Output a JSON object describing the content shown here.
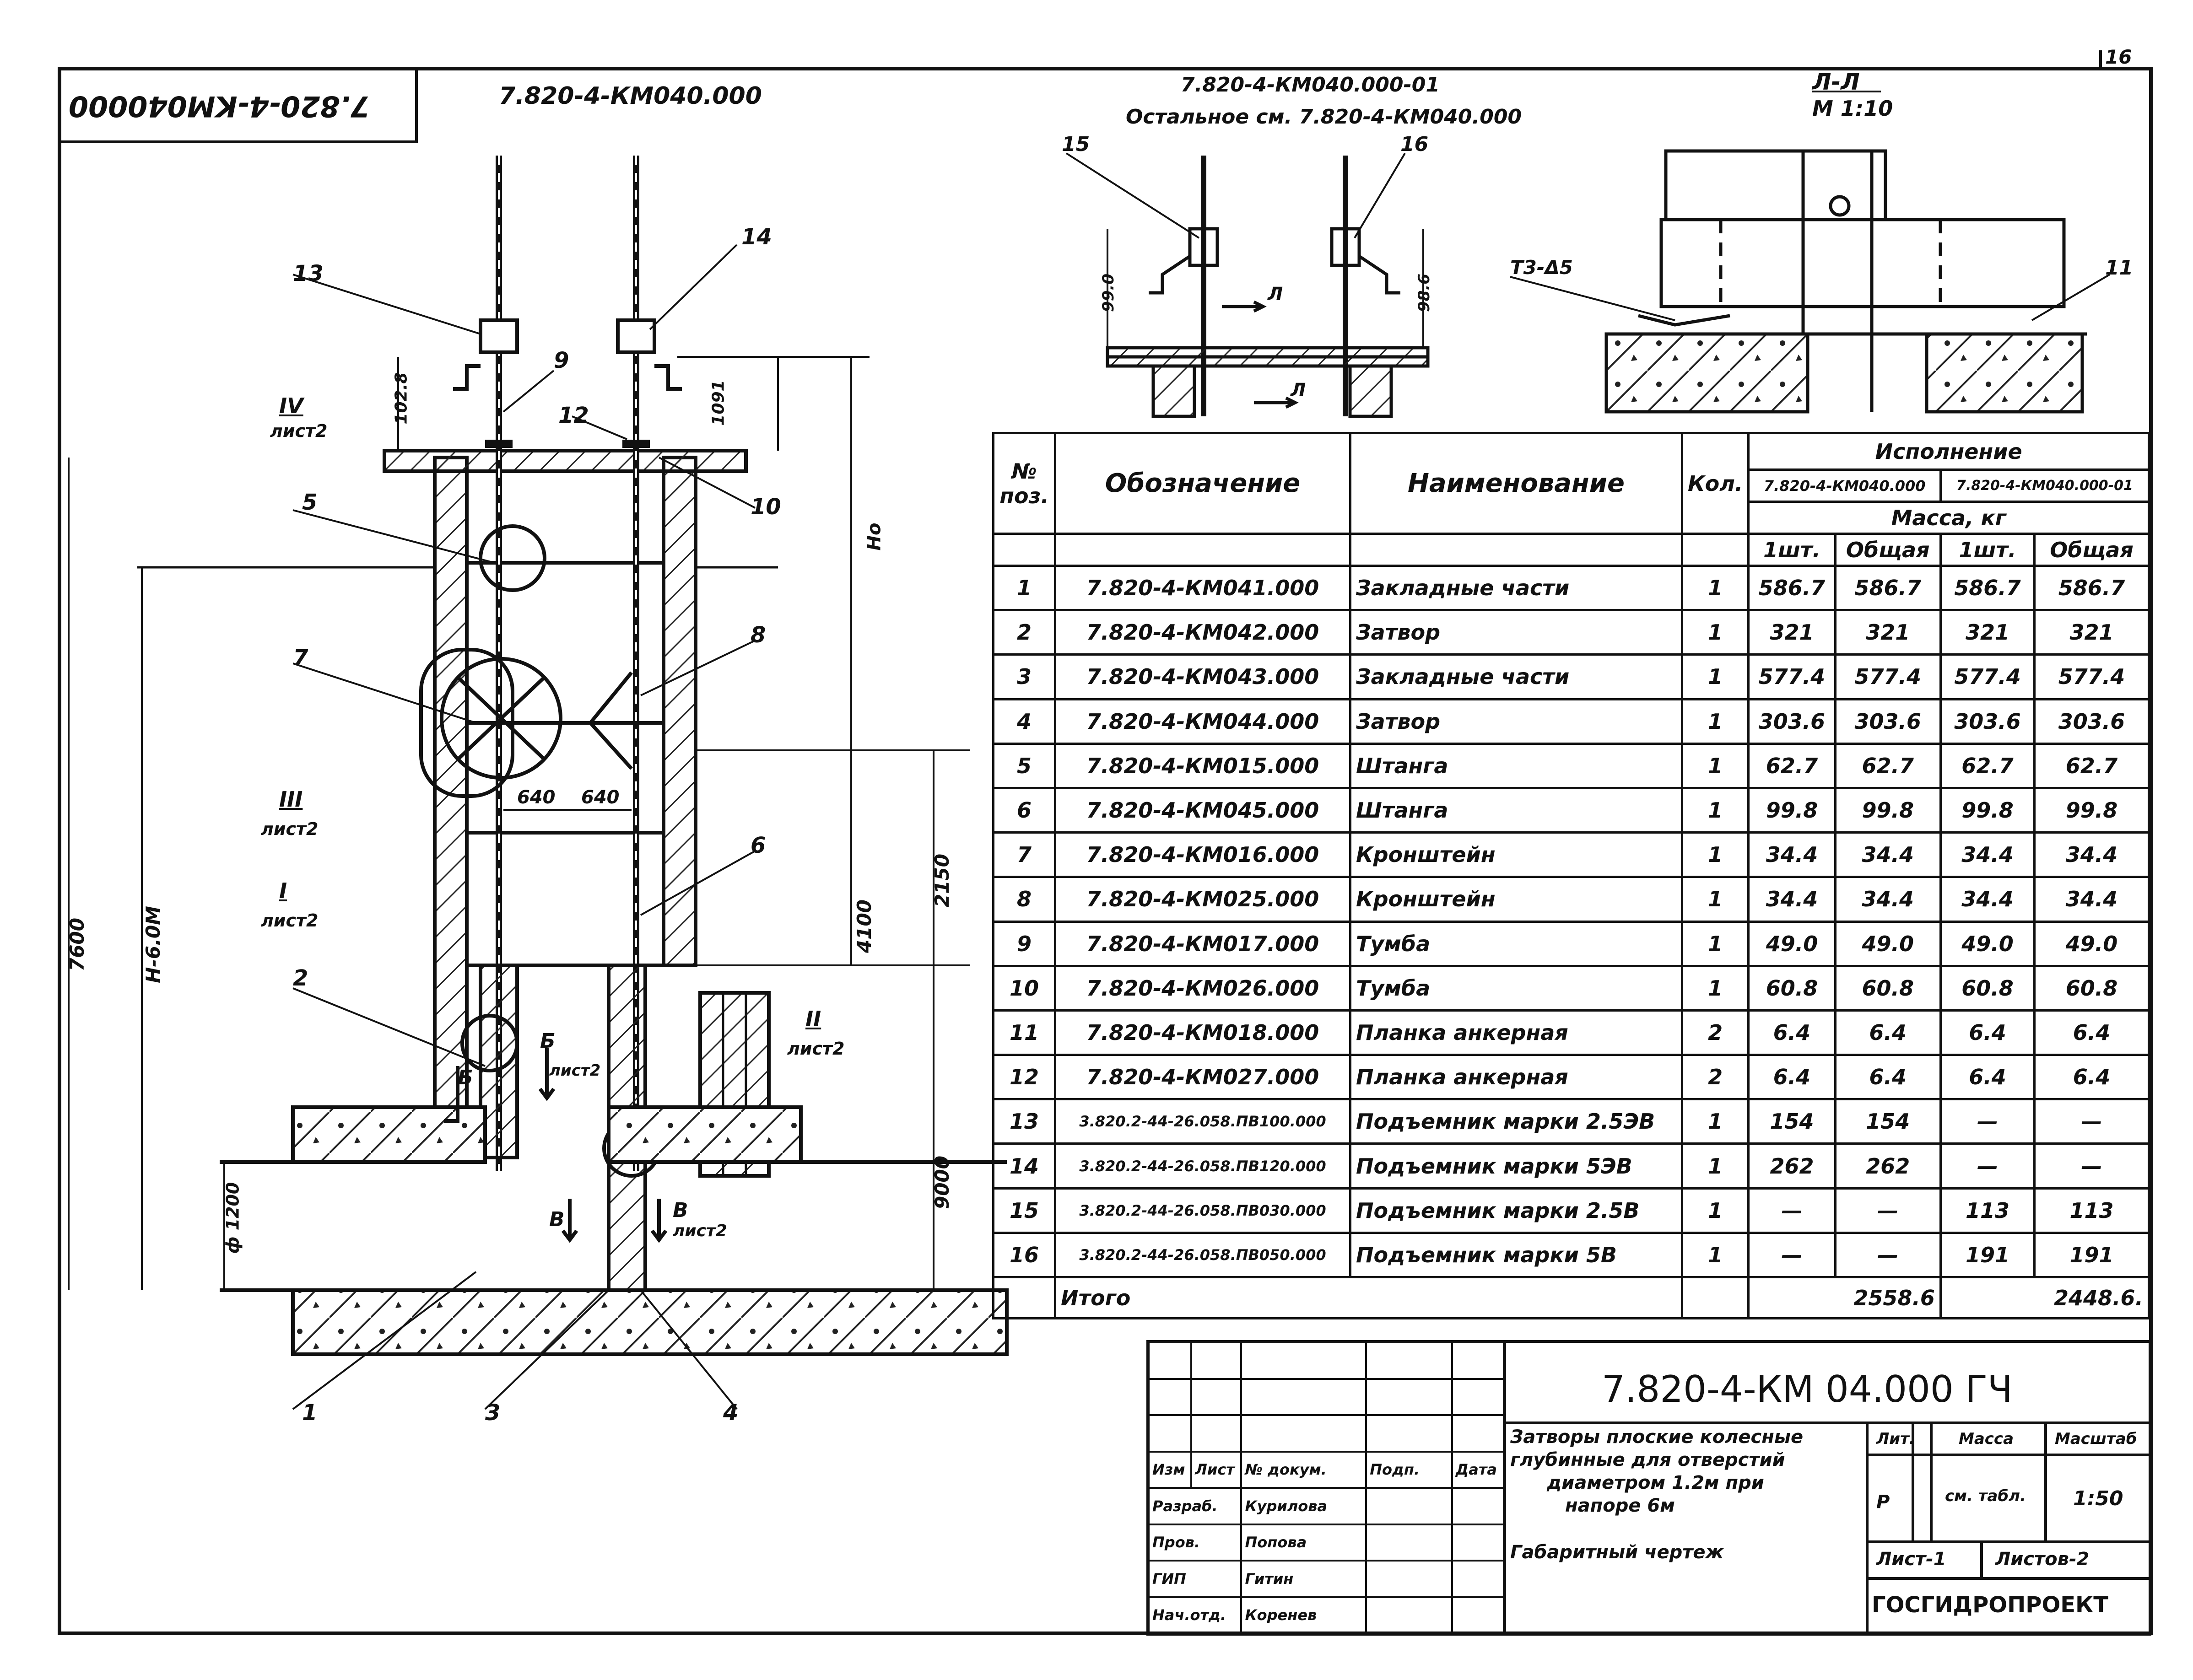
{
  "sheet": {
    "corner_code": "7.820-4-KM040000",
    "drawing_code_left": "7.820-4-КМ040.000",
    "variant_code": "7.820-4-КМ040.000-01",
    "rest_note": "Остальное  см.  7.820-4-КМ040.000",
    "page_number": "16",
    "section_title": "Л-Л",
    "section_scale": "М 1:10"
  },
  "drawing_labels": {
    "pos_13": "13",
    "pos_14": "14",
    "pos_9": "9",
    "pos_12": "12",
    "pos_10": "10",
    "pos_5": "5",
    "pos_7": "7",
    "pos_8": "8",
    "pos_6": "6",
    "pos_2": "2",
    "pos_1": "1",
    "pos_3": "3",
    "pos_4": "4",
    "pos_15": "15",
    "pos_16": "16",
    "pos_11": "11",
    "view_IV": "IV",
    "view_III": "III",
    "view_I": "I",
    "view_II": "II",
    "sheet_ref": "лист2",
    "dim_1028": "102.8",
    "dim_1091": "1091",
    "dim_H0": "Нo",
    "dim_640a": "640",
    "dim_640b": "640",
    "dim_2150": "2150",
    "dim_4100": "4100",
    "dim_9000": "9000",
    "dim_7600": "7600",
    "dim_H6": "Н-6.0М",
    "dim_d1200": "ф 1200",
    "dim_990": "99.0",
    "dim_986": "98.6",
    "sec_B": "Б",
    "sec_V": "В",
    "sec_L": "Л",
    "weld_note": "Т3-Δ5"
  },
  "table": {
    "headers": {
      "pos": "№ поз.",
      "designation": "Обозначение",
      "name": "Наименование",
      "qty": "Кол.",
      "execution": "Исполнение",
      "exec1": "7.820-4-КМ040.000",
      "exec2": "7.820-4-КМ040.000-01",
      "mass": "Масса, кг",
      "one1": "1шт.",
      "total1": "Общая",
      "one2": "1шт.",
      "total2": "Общая"
    },
    "rows": [
      {
        "pos": "1",
        "des": "7.820-4-КМ041.000",
        "name": "Закладные части",
        "qty": "1",
        "a1": "586.7",
        "a2": "586.7",
        "b1": "586.7",
        "b2": "586.7"
      },
      {
        "pos": "2",
        "des": "7.820-4-КМ042.000",
        "name": "Затвор",
        "qty": "1",
        "a1": "321",
        "a2": "321",
        "b1": "321",
        "b2": "321"
      },
      {
        "pos": "3",
        "des": "7.820-4-КМ043.000",
        "name": "Закладные части",
        "qty": "1",
        "a1": "577.4",
        "a2": "577.4",
        "b1": "577.4",
        "b2": "577.4"
      },
      {
        "pos": "4",
        "des": "7.820-4-КМ044.000",
        "name": "Затвор",
        "qty": "1",
        "a1": "303.6",
        "a2": "303.6",
        "b1": "303.6",
        "b2": "303.6"
      },
      {
        "pos": "5",
        "des": "7.820-4-КМ015.000",
        "name": "Штанга",
        "qty": "1",
        "a1": "62.7",
        "a2": "62.7",
        "b1": "62.7",
        "b2": "62.7"
      },
      {
        "pos": "6",
        "des": "7.820-4-КМ045.000",
        "name": "Штанга",
        "qty": "1",
        "a1": "99.8",
        "a2": "99.8",
        "b1": "99.8",
        "b2": "99.8"
      },
      {
        "pos": "7",
        "des": "7.820-4-КМ016.000",
        "name": "Кронштейн",
        "qty": "1",
        "a1": "34.4",
        "a2": "34.4",
        "b1": "34.4",
        "b2": "34.4"
      },
      {
        "pos": "8",
        "des": "7.820-4-КМ025.000",
        "name": "Кронштейн",
        "qty": "1",
        "a1": "34.4",
        "a2": "34.4",
        "b1": "34.4",
        "b2": "34.4"
      },
      {
        "pos": "9",
        "des": "7.820-4-КМ017.000",
        "name": "Тумба",
        "qty": "1",
        "a1": "49.0",
        "a2": "49.0",
        "b1": "49.0",
        "b2": "49.0"
      },
      {
        "pos": "10",
        "des": "7.820-4-КМ026.000",
        "name": "Тумба",
        "qty": "1",
        "a1": "60.8",
        "a2": "60.8",
        "b1": "60.8",
        "b2": "60.8"
      },
      {
        "pos": "11",
        "des": "7.820-4-КМ018.000",
        "name": "Планка анкерная",
        "qty": "2",
        "a1": "6.4",
        "a2": "6.4",
        "b1": "6.4",
        "b2": "6.4"
      },
      {
        "pos": "12",
        "des": "7.820-4-КМ027.000",
        "name": "Планка анкерная",
        "qty": "2",
        "a1": "6.4",
        "a2": "6.4",
        "b1": "6.4",
        "b2": "6.4"
      },
      {
        "pos": "13",
        "des": "3.820.2-44-26.058.ПВ100.000",
        "name": "Подъемник марки 2.5ЭВ",
        "qty": "1",
        "a1": "154",
        "a2": "154",
        "b1": "—",
        "b2": "—"
      },
      {
        "pos": "14",
        "des": "3.820.2-44-26.058.ПВ120.000",
        "name": "Подъемник марки 5ЭВ",
        "qty": "1",
        "a1": "262",
        "a2": "262",
        "b1": "—",
        "b2": "—"
      },
      {
        "pos": "15",
        "des": "3.820.2-44-26.058.ПВ030.000",
        "name": "Подъемник марки 2.5В",
        "qty": "1",
        "a1": "—",
        "a2": "—",
        "b1": "113",
        "b2": "113"
      },
      {
        "pos": "16",
        "des": "3.820.2-44-26.058.ПВ050.000",
        "name": "Подъемник марки 5В",
        "qty": "1",
        "a1": "—",
        "a2": "—",
        "b1": "191",
        "b2": "191"
      }
    ],
    "total_label": "Итого",
    "total_a": "2558.6",
    "total_b": "2448.6."
  },
  "title_block": {
    "doc_code": "7.820-4-КМ 04.000 ГЧ",
    "title_line1": "Затворы плоские колесные",
    "title_line2": "глубинные для отверстий",
    "title_line3": "диаметром 1.2м  при",
    "title_line4": "напоре 6м",
    "title_line5": "Габаритный   чертеж",
    "col_stage": "Лит.",
    "col_mass": "Масса",
    "col_scale": "Масштаб",
    "stage_val": "Р",
    "mass_val": "см. табл.",
    "scale_val": "1:50",
    "sheet": "Лист-1",
    "sheets": "Листов-2",
    "org": "ГОСГИДРОПРОЕКТ",
    "hdr_izm": "Изм",
    "hdr_list": "Лист",
    "hdr_ndoc": "№ докум.",
    "hdr_podp": "Подп.",
    "hdr_data": "Дата",
    "roles": [
      {
        "role": "Разраб.",
        "name": "Курилова"
      },
      {
        "role": "Пров.",
        "name": "Попова"
      },
      {
        "role": "ГИП",
        "name": "Гитин"
      },
      {
        "role": "Нач.отд.",
        "name": "Коренев"
      }
    ]
  },
  "colors": {
    "ink": "#111111",
    "paper": "#ffffff",
    "hatch": "#222222"
  }
}
